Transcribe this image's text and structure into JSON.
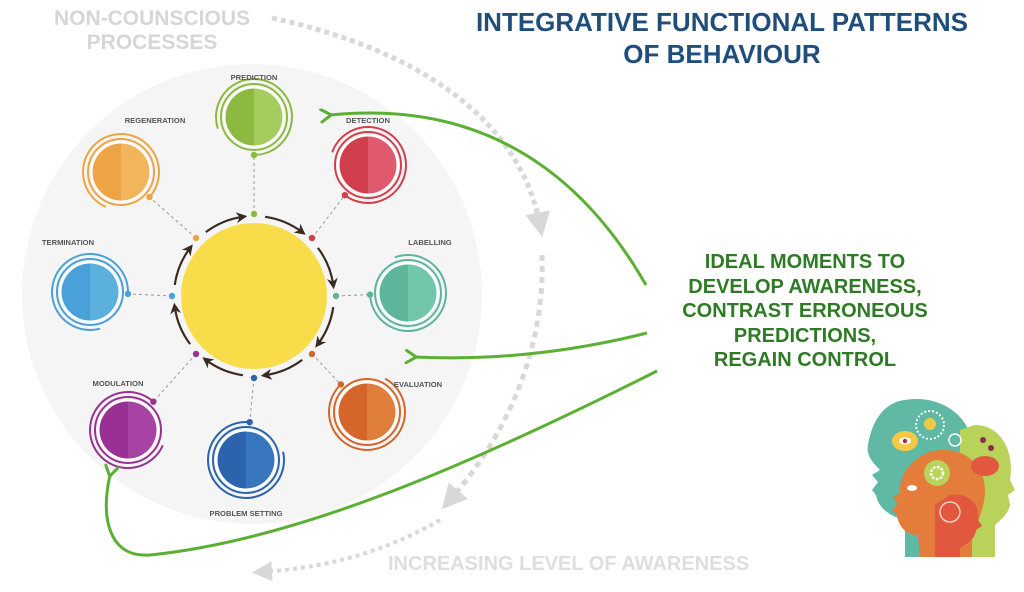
{
  "title": {
    "line1": "INTEGRATIVE FUNCTIONAL PATTERNS",
    "line2": "OF BEHAVIOUR",
    "color": "#1f4e7d"
  },
  "non_conscious_label": {
    "line1": "NON-COUNSCIOUS",
    "line2": "PROCESSES",
    "color": "#d6d6d6"
  },
  "awareness_note": {
    "lines": [
      "IDEAL MOMENTS TO",
      "DEVELOP AWARENESS,",
      "CONTRAST ERRONEOUS",
      "PREDICTIONS,",
      "REGAIN CONTROL"
    ],
    "color": "#2f7a25"
  },
  "awareness_axis_label": "INCREASING LEVEL OF AWARENESS",
  "cycle": {
    "center_color": "#f9dc4a",
    "arrow_color": "#3a2a20",
    "direction": "clockwise",
    "stages": [
      {
        "id": "prediction",
        "label": "PREDICTION",
        "color_dark": "#8cb940",
        "color_light": "#a5cc5e"
      },
      {
        "id": "detection",
        "label": "DETECTION",
        "color_dark": "#d23f4c",
        "color_light": "#e05a6e"
      },
      {
        "id": "labelling",
        "label": "LABELLING",
        "color_dark": "#5db59b",
        "color_light": "#72c6aa"
      },
      {
        "id": "evaluation",
        "label": "EVALUATION",
        "color_dark": "#d4662b",
        "color_light": "#e07e3c"
      },
      {
        "id": "problem-setting",
        "label": "PROBLEM SETTING",
        "color_dark": "#2b63ad",
        "color_light": "#3876bd"
      },
      {
        "id": "modulation",
        "label": "MODULATION",
        "color_dark": "#993093",
        "color_light": "#a843a6"
      },
      {
        "id": "termination",
        "label": "TERMINATION",
        "color_dark": "#4aa0d8",
        "color_light": "#5cb0de"
      },
      {
        "id": "regeneration",
        "label": "REGENERATION",
        "color_dark": "#eda444",
        "color_light": "#f3b55c"
      }
    ]
  },
  "pointer_arrows": {
    "color": "#5bb033",
    "targets": [
      "prediction",
      "evaluation",
      "modulation"
    ]
  },
  "awareness_arc_color": "#d8d8d8",
  "illustration": {
    "name": "heads-with-gears-illustration",
    "colors": {
      "teal": "#5fb9a4",
      "orange": "#e47c3c",
      "lime": "#b9d35a",
      "red": "#e2583f",
      "yellow": "#f6c844"
    }
  }
}
